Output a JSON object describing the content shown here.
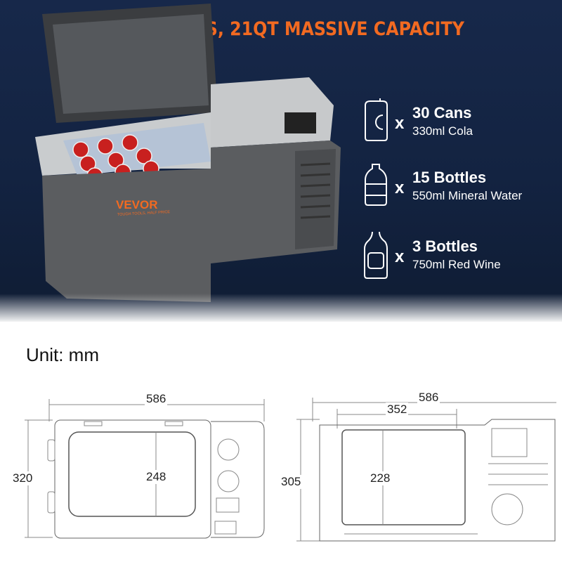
{
  "title": "DUAL ZONES, 21QT MASSIVE CAPACITY",
  "brand": {
    "logo": "VEVOR",
    "tagline": "TOUGH TOOLS, HALF PRICE",
    "color": "#f26a21"
  },
  "capacity": [
    {
      "icon": "can-icon",
      "multiplier": "x",
      "count": "30 Cans",
      "detail": "330ml Cola"
    },
    {
      "icon": "water-bottle-icon",
      "multiplier": "x",
      "count": "15 Bottles",
      "detail": "550ml Mineral Water"
    },
    {
      "icon": "wine-bottle-icon",
      "multiplier": "x",
      "count": "3 Bottles",
      "detail": "750ml Red Wine"
    }
  ],
  "dimensions": {
    "unit_label": "Unit: mm",
    "top_view": {
      "length": "586",
      "width": "320",
      "inner": "248"
    },
    "side_view": {
      "length": "586",
      "inner_length": "352",
      "height": "305",
      "inner_height": "228"
    }
  },
  "colors": {
    "accent": "#f26a21",
    "background_dark": "#142544"
  }
}
